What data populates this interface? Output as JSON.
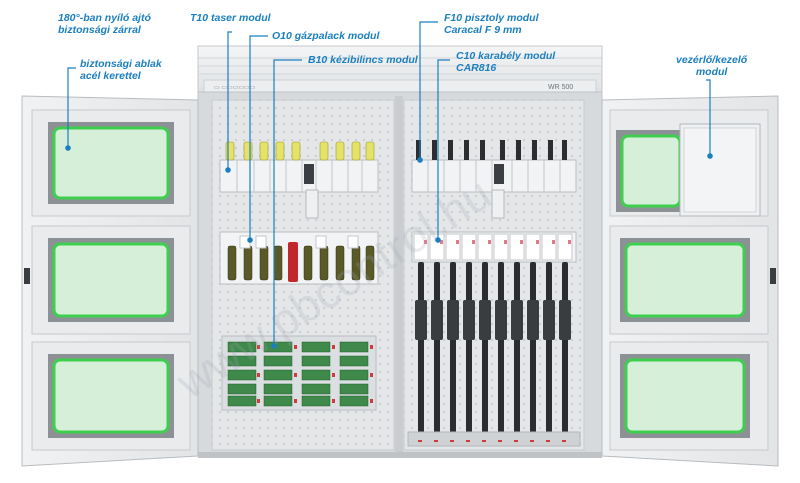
{
  "callouts": {
    "door_lock": [
      "180°-ban nyíló ajtó",
      "biztonsági zárral"
    ],
    "window": [
      "biztonsági ablak",
      "acél kerettel"
    ],
    "taser": [
      "T10  taser modul"
    ],
    "gas": [
      "O10 gázpalack modul"
    ],
    "handcuff": [
      "B10 kézibilincs modul"
    ],
    "pistol": [
      "F10 pisztoly modul",
      "Caracal F 9 mm"
    ],
    "rifle": [
      "C10 karabély  modul",
      "CAR816"
    ],
    "controller": [
      "vezérlő/kezelő",
      "modul"
    ]
  },
  "cabinet": {
    "brand_text": "WR 500",
    "maker_text": "▭ ▭▭▭▭▭▭"
  },
  "watermark": "www.pbcontrol.hu",
  "colors": {
    "callout": "#1b7fc0",
    "window_glow": "#3fcf4f",
    "window_fill": "#d6efd9",
    "cabinet": "#e9ecee",
    "frame": "#cfd3d6"
  }
}
